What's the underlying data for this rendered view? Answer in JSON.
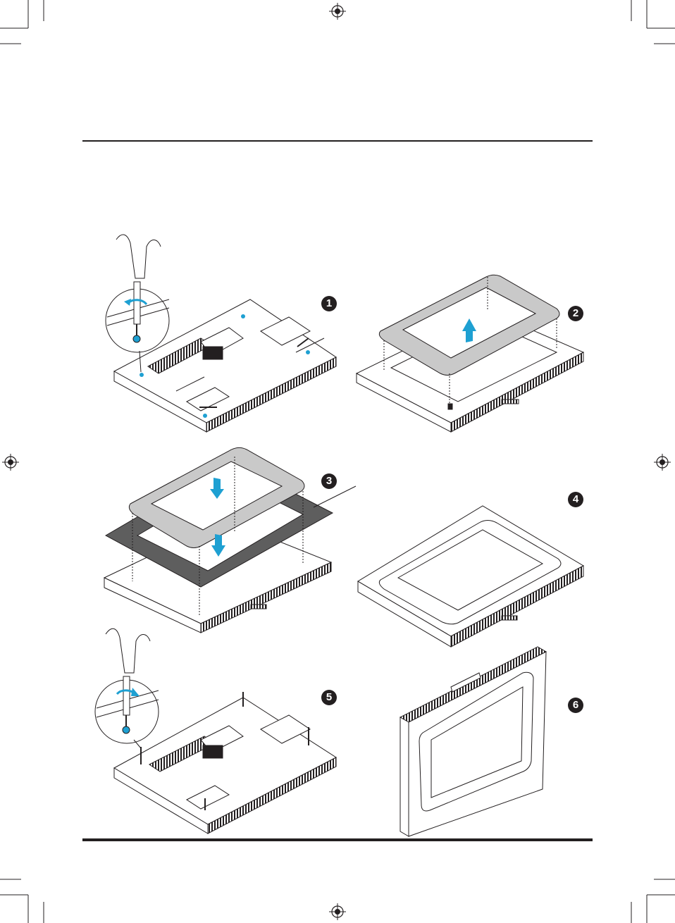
{
  "steps": [
    {
      "number": "1"
    },
    {
      "number": "2"
    },
    {
      "number": "3"
    },
    {
      "number": "4"
    },
    {
      "number": "5"
    },
    {
      "number": "6"
    }
  ],
  "colors": {
    "accent": "#1ea0d2",
    "ink": "#231f20",
    "bezel_fill": "#c9c9c9",
    "gasket_fill": "#5e5e5e"
  },
  "icons": {
    "registration": "registration-mark-icon",
    "rotate_arrow": "rotate-arrow-icon",
    "lift_arrow": "up-arrow-icon",
    "press_arrow": "down-arrow-icon"
  }
}
